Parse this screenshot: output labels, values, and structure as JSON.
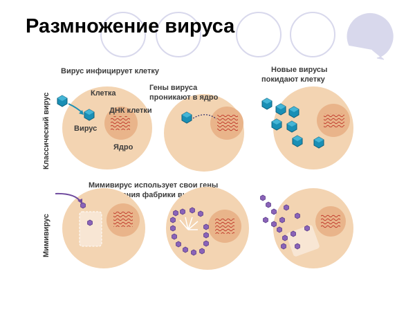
{
  "slide": {
    "title": "Размножение вируса"
  },
  "diagram": {
    "row_labels": {
      "classic": "Классический вирус",
      "mimivirus": "Мимивирус"
    },
    "panel1": {
      "caption": "Вирус инфицирует клетку",
      "cell": "Клетка",
      "dna": "ДНК клетки",
      "virus": "Вирус",
      "nucleus": "Ядро"
    },
    "panel2": {
      "caption_line1": "Гены вируса",
      "caption_line2": "проникают в ядро"
    },
    "panel3": {
      "caption_line1": "Новые вирусы",
      "caption_line2": "покидают клетку"
    },
    "mimivirus_caption": {
      "line1": "Мимивирус использует свои гены",
      "line2": "для создания фабрики вирионов"
    }
  },
  "colors": {
    "cell": "#f3d4b2",
    "nucleus": "#e9b48a",
    "dna": "#c0392b",
    "virus": "#1a8fb5",
    "mimivirus": "#8a63b8",
    "decor_circle": "#d8d8ec"
  }
}
